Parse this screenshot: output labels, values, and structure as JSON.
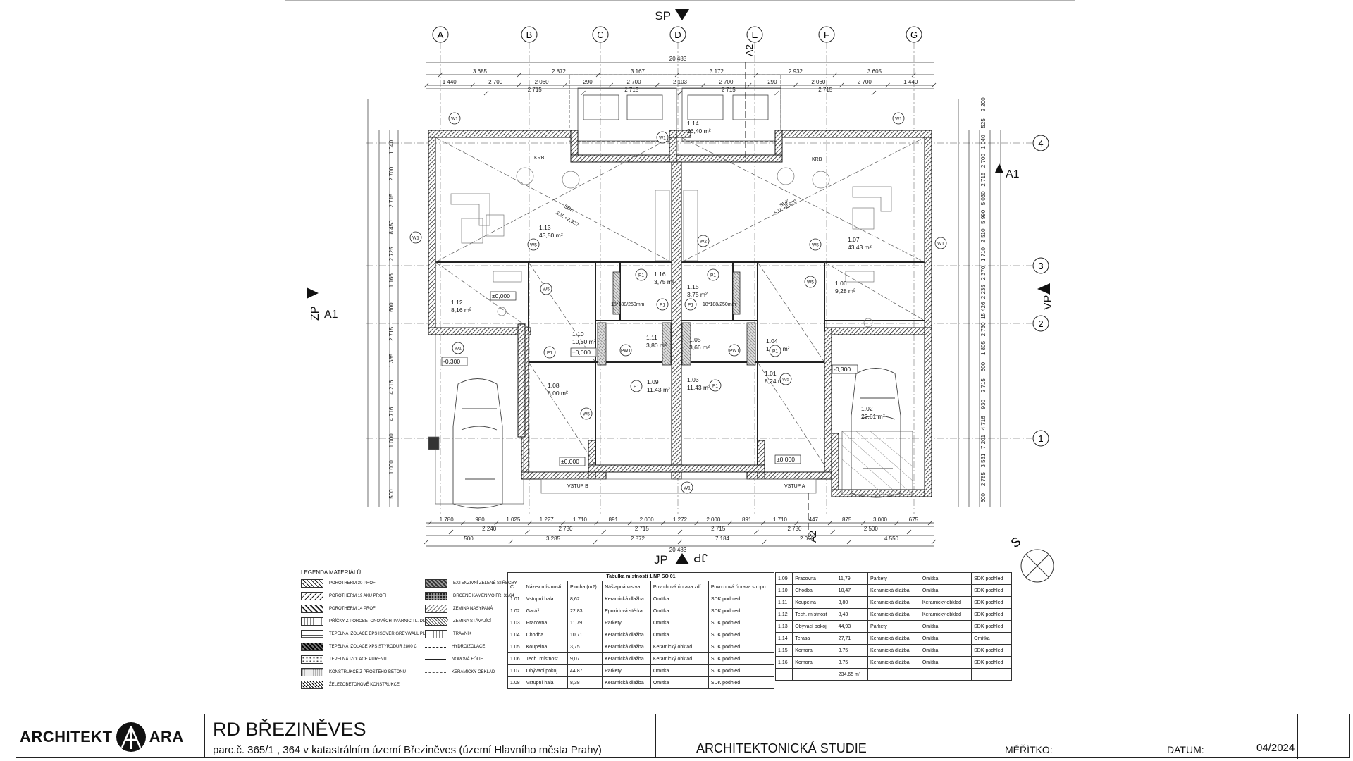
{
  "section_marks": {
    "top": "SP",
    "bottom": "JP",
    "left": "ZP",
    "right": "VP",
    "section_a1": "A1",
    "section_a2": "A2"
  },
  "axes": {
    "columns": [
      "A",
      "B",
      "C",
      "D",
      "E",
      "F",
      "G"
    ],
    "rows": [
      "4",
      "3",
      "2",
      "1"
    ]
  },
  "dims_top": {
    "overall": "20 483",
    "row1": [
      "3 685",
      "2 872",
      "3 167",
      "3 172",
      "2 932",
      "3 605"
    ],
    "row2": [
      "1 440",
      "2 700",
      "2 060",
      "290",
      "2 700",
      "2 103",
      "2 700",
      "290",
      "2 060",
      "2 700",
      "1 440"
    ],
    "row2b": [
      "2 715",
      "2 715",
      "2 715",
      "2 715"
    ]
  },
  "dims_bottom": {
    "row1": [
      "1 780",
      "980",
      "1 025",
      "1 227",
      "1 710",
      "891",
      "2 000",
      "1 272",
      "2 000",
      "891",
      "1 710",
      "447",
      "875",
      "3 000",
      "675"
    ],
    "row1b": [
      "2 240",
      "2 730",
      "2 715",
      "2 715",
      "2 730",
      "2 500"
    ],
    "row2": [
      "500",
      "3 285",
      "2 872",
      "7 184",
      "2 092",
      "4 550"
    ],
    "overall": "20 483"
  },
  "dims_left": [
    "1 040",
    "2 700",
    "2 715",
    "8 450",
    "2 725",
    "1 166",
    "600",
    "2 715",
    "1 385",
    "4 216",
    "4 716",
    "1 000",
    "1 000",
    "500"
  ],
  "dims_right": [
    "2 200",
    "525",
    "1 040",
    "2 700",
    "2 715",
    "5 030",
    "5 990",
    "2 510",
    "1 710",
    "2 370",
    "2 235",
    "15 426",
    "2 730",
    "1 805",
    "600",
    "2 715",
    "930",
    "4 716",
    "7 201",
    "3 531",
    "2 785",
    "600"
  ],
  "rooms": [
    {
      "no": "1.14",
      "area": "26,40 m²"
    },
    {
      "no": "1.13",
      "area": "43,50 m²"
    },
    {
      "no": "1.07",
      "area": "43,43 m²"
    },
    {
      "no": "1.12",
      "area": "8,16 m²"
    },
    {
      "no": "1.16",
      "area": "3,75 m²"
    },
    {
      "no": "1.15",
      "area": "3,75 m²"
    },
    {
      "no": "1.06",
      "area": "9,28 m²"
    },
    {
      "no": "1.10",
      "area": "10,30 m²"
    },
    {
      "no": "1.11",
      "area": "3,80 m²"
    },
    {
      "no": "1.05",
      "area": "3,66 m²"
    },
    {
      "no": "1.04",
      "area": "10,55 m²"
    },
    {
      "no": "1.08",
      "area": "8,00 m²"
    },
    {
      "no": "1.09",
      "area": "11,43 m²"
    },
    {
      "no": "1.03",
      "area": "11,43 m²"
    },
    {
      "no": "1.01",
      "area": "8,24 m²"
    },
    {
      "no": "1.02",
      "area": "22,61 m²"
    }
  ],
  "levels": {
    "zero": "±0,000",
    "minus": "-0,300"
  },
  "marks": {
    "window": [
      "W1",
      "W2",
      "W5"
    ],
    "door": [
      "P1",
      "PW1"
    ],
    "krb": "KRB",
    "sdk": "SDK",
    "sv": "S.V. +2,920",
    "stair": "18*188/250mm",
    "entry_a": "VSTUP A",
    "entry_b": "VSTUP B"
  },
  "north": "S",
  "legend": {
    "title": "LEGENDA MATERIÁLŮ",
    "left_items": [
      "POROTHERM 30 PROFI",
      "POROTHERM 19 AKU PROFI",
      "POROTHERM 14 PROFI",
      "PŘÍČKY Z POROBETONOVÝCH TVÁRNIC TL. DLE SKLADBY",
      "TEPELNÁ IZOLACE EPS ISOVER GREYWALL PLUS",
      "TEPELNÁ IZOLACE XPS STYRODUR 2800 C",
      "TEPELNÁ IZOLACE PURENIT",
      "KONSTRUKCE Z PROSTÉHO BETONU",
      "ŽELEZOBETONOVÉ KONSTRUKCE"
    ],
    "right_items": [
      "EXTENZIVNÍ ZELENÉ STŘECHY",
      "DRCENÉ KAMENIVO FR. 32/64",
      "ZEMINA NASYPANÁ",
      "ZEMINA STÁVAJÍCÍ",
      "TRÁVNÍK",
      "HYDROIZOLACE",
      "NOPOVÁ FÓLIE",
      "KERAMICKÝ OBKLAD"
    ]
  },
  "room_table": {
    "title": "Tabulka místností 1.NP SO 01",
    "headers": [
      "Č.",
      "Název místnosti",
      "Plocha (m2)",
      "Nášlapná vrstva",
      "Povrchová úprava zdí",
      "Povrchová úprava stropu"
    ],
    "rows_left": [
      [
        "1.01",
        "Vstupní hala",
        "8,62",
        "Keramická dlažba",
        "Omítka",
        "SDK podhled"
      ],
      [
        "1.02",
        "Garáž",
        "22,83",
        "Epoxidová stěrka",
        "Omítka",
        "SDK podhled"
      ],
      [
        "1.03",
        "Pracovna",
        "11,79",
        "Parkety",
        "Omítka",
        "SDK podhled"
      ],
      [
        "1.04",
        "Chodba",
        "10,71",
        "Keramická dlažba",
        "Omítka",
        "SDK podhled"
      ],
      [
        "1.05",
        "Koupelna",
        "3,75",
        "Keramická dlažba",
        "Keramický obklad",
        "SDK podhled"
      ],
      [
        "1.06",
        "Tech. místnost",
        "9,07",
        "Keramická dlažba",
        "Keramický obklad",
        "SDK podhled"
      ],
      [
        "1.07",
        "Obývací pokoj",
        "44,87",
        "Parkety",
        "Omítka",
        "SDK podhled"
      ],
      [
        "1.08",
        "Vstupní hala",
        "8,38",
        "Keramická dlažba",
        "Omítka",
        "SDK podhled"
      ]
    ],
    "rows_right": [
      [
        "1.09",
        "Pracovna",
        "11,79",
        "Parkety",
        "Omítka",
        "SDK podhled"
      ],
      [
        "1.10",
        "Chodba",
        "10,47",
        "Keramická dlažba",
        "Omítka",
        "SDK podhled"
      ],
      [
        "1.11",
        "Koupelna",
        "3,80",
        "Keramická dlažba",
        "Keramický obklad",
        "SDK podhled"
      ],
      [
        "1.12",
        "Tech. místnost",
        "8,43",
        "Keramická dlažba",
        "Keramický obklad",
        "SDK podhled"
      ],
      [
        "1.13",
        "Obývací pokoj",
        "44,93",
        "Parkety",
        "Omítka",
        "SDK podhled"
      ],
      [
        "1.14",
        "Terasa",
        "27,71",
        "Keramická dlažba",
        "Omítka",
        "Omítka"
      ],
      [
        "1.15",
        "Komora",
        "3,75",
        "Keramická dlažba",
        "Omítka",
        "SDK podhled"
      ],
      [
        "1.16",
        "Komora",
        "3,75",
        "Keramická dlažba",
        "Omítka",
        "SDK podhled"
      ]
    ],
    "total": "234,65 m²"
  },
  "title_block": {
    "logo_left": "ARCHITEKT",
    "logo_right": "ARA",
    "project": "RD BŘEZINĚVES",
    "address": "parc.č.  365/1 , 364  v katastrálním území Březiněves   (území Hlavního města Prahy)",
    "stage": "ARCHITEKTONICKÁ STUDIE",
    "scale_label": "MĚŘÍTKO:",
    "date_label": "DATUM:",
    "date": "04/2024"
  }
}
